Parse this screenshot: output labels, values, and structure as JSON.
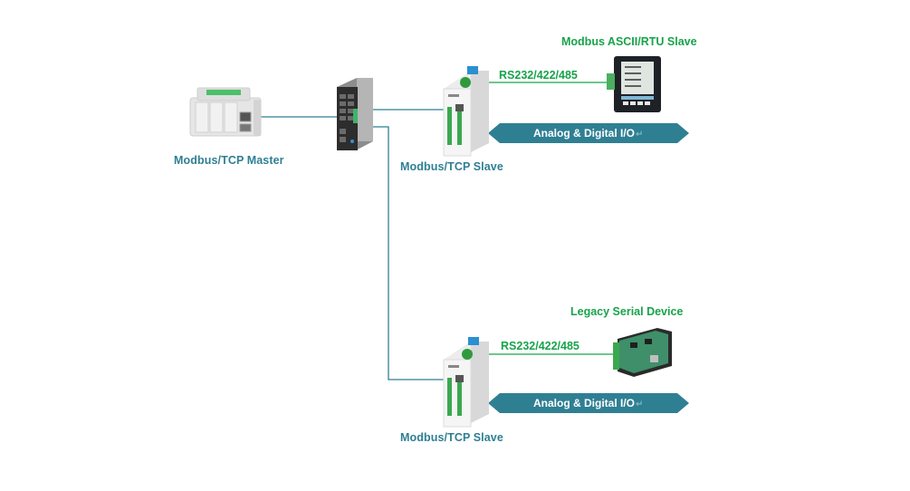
{
  "master": {
    "label": "Modbus/TCP  Master",
    "device": "plc"
  },
  "switch": {
    "device": "industrial-ethernet-switch"
  },
  "slaves": [
    {
      "label": "Modbus/TCP  Slave",
      "serial_link_label": "RS232/422/485",
      "serial_device_label": "Modbus  ASCII/RTU  Slave",
      "serial_device": "power-meter",
      "io_label": "Analog & Digital I/O",
      "io_return_glyph": "↵"
    },
    {
      "label": "Modbus/TCP  Slave",
      "serial_link_label": "RS232/422/485",
      "serial_device_label": "Legacy  Serial  Device",
      "serial_device": "circuit-board",
      "io_label": "Analog & Digital I/O",
      "io_return_glyph": "↵"
    }
  ],
  "colors": {
    "ethernet_line": "#2f7f93",
    "serial_line": "#17a34a",
    "io_arrow": "#2f7f93",
    "label_blue": "#2f7f93",
    "label_green": "#17a34a"
  }
}
